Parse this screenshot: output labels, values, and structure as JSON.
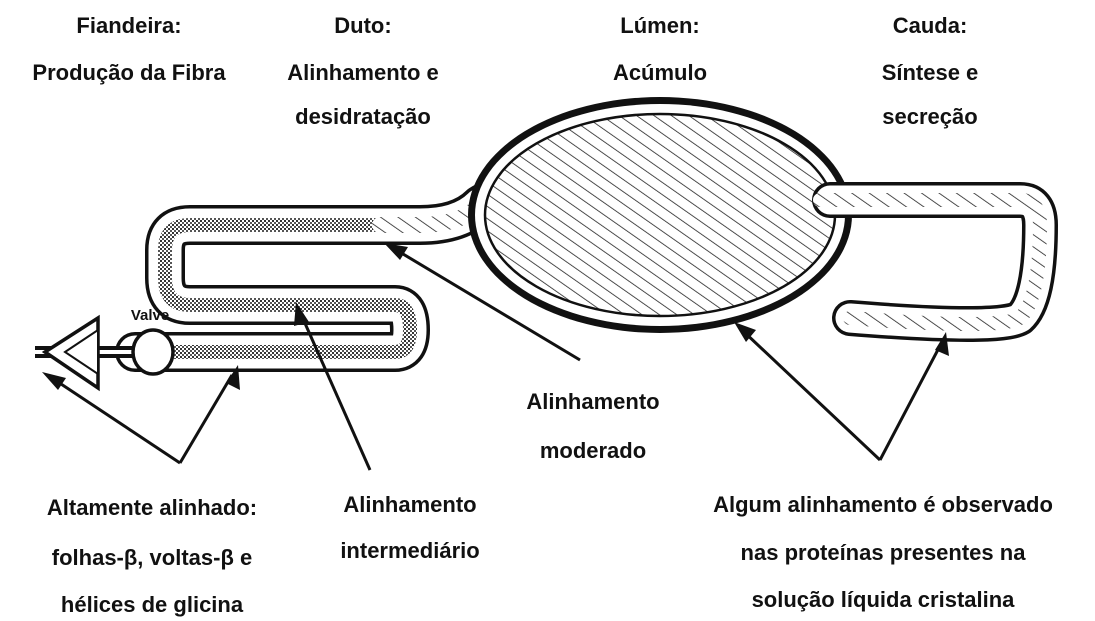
{
  "labels": {
    "spinneret": {
      "title": "Fiandeira:",
      "line2": "Produção da Fibra"
    },
    "duct": {
      "title": "Duto:",
      "line2": "Alinhamento e",
      "line3": "desidratação"
    },
    "lumen": {
      "title": "Lúmen:",
      "line2": "Acúmulo"
    },
    "tail": {
      "title": "Cauda:",
      "line2": "Síntese e",
      "line3": "secreção"
    },
    "valve": "Valve",
    "moderate": {
      "line1": "Alinhamento",
      "line2": "moderado"
    },
    "highly": {
      "line1": "Altamente alinhado:",
      "line2": "folhas-β, voltas-β e",
      "line3": "hélices de glicina"
    },
    "intermediate": {
      "line1": "Alinhamento",
      "line2": "intermediário"
    },
    "some": {
      "line1": "Algum alinhamento é observado",
      "line2": "nas proteínas presentes na",
      "line3": "solução líquida cristalina"
    }
  },
  "colors": {
    "ink": "#111111",
    "background": "#ffffff",
    "dense_fill": "#6a6a6a"
  }
}
